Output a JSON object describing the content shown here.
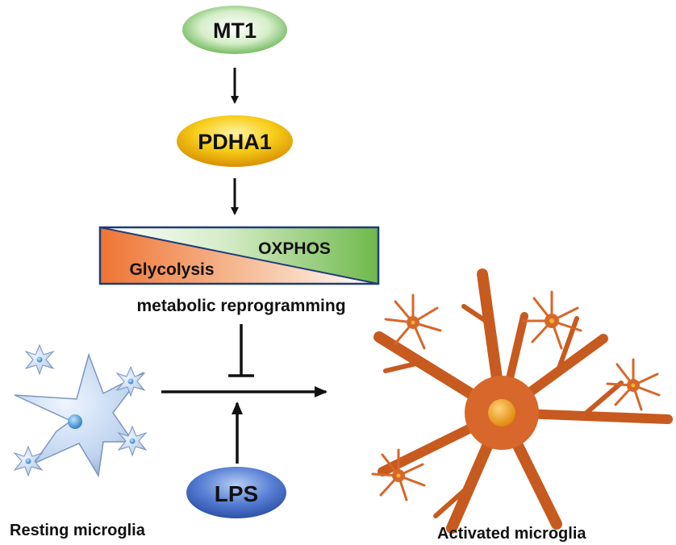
{
  "nodes": {
    "mt1": "MT1",
    "pdha1": "PDHA1",
    "lps": "LPS"
  },
  "metabolism": {
    "oxphos": "OXPHOS",
    "glycolysis": "Glycolysis",
    "caption": "metabolic reprogramming"
  },
  "cells": {
    "resting": "Resting  microglia",
    "activated": "Activated  microglia"
  },
  "colors": {
    "mt1_green": "#7cc46a",
    "pdha1_yellow": "#f2b705",
    "lps_blue": "#3f69c4",
    "glycolysis_orange": "#ee7a3a",
    "oxphos_green": "#7dc057",
    "resting_blue": "#c9dcf2",
    "activated_orange": "#d7672a"
  }
}
